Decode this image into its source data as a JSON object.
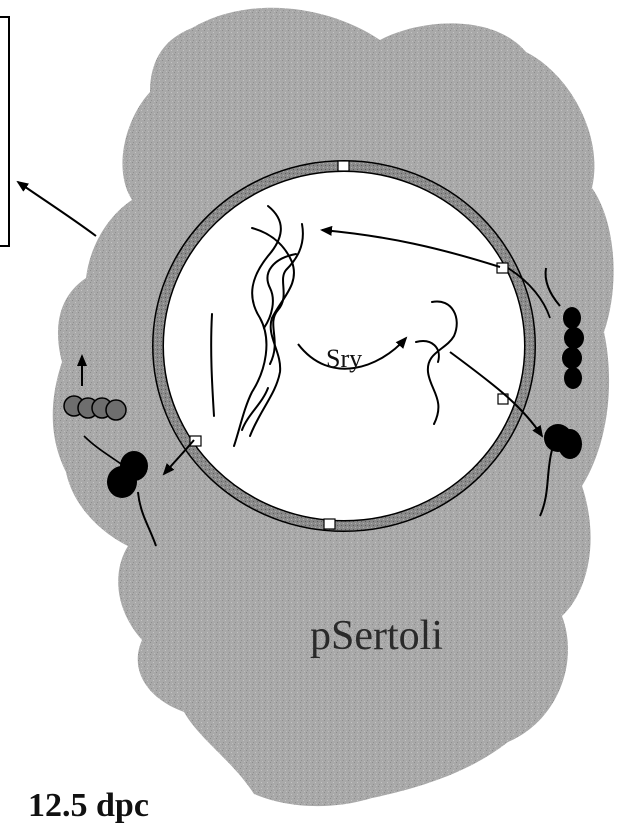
{
  "labels": {
    "gene": "Sry",
    "cell_type": "pSertoli",
    "stage": "12.5 dpc"
  },
  "colors": {
    "cytoplasm": "#a9a9a9",
    "nuclear_envelope": "#8a8a8a",
    "nucleus": "#ffffff",
    "ink": "#000000"
  }
}
